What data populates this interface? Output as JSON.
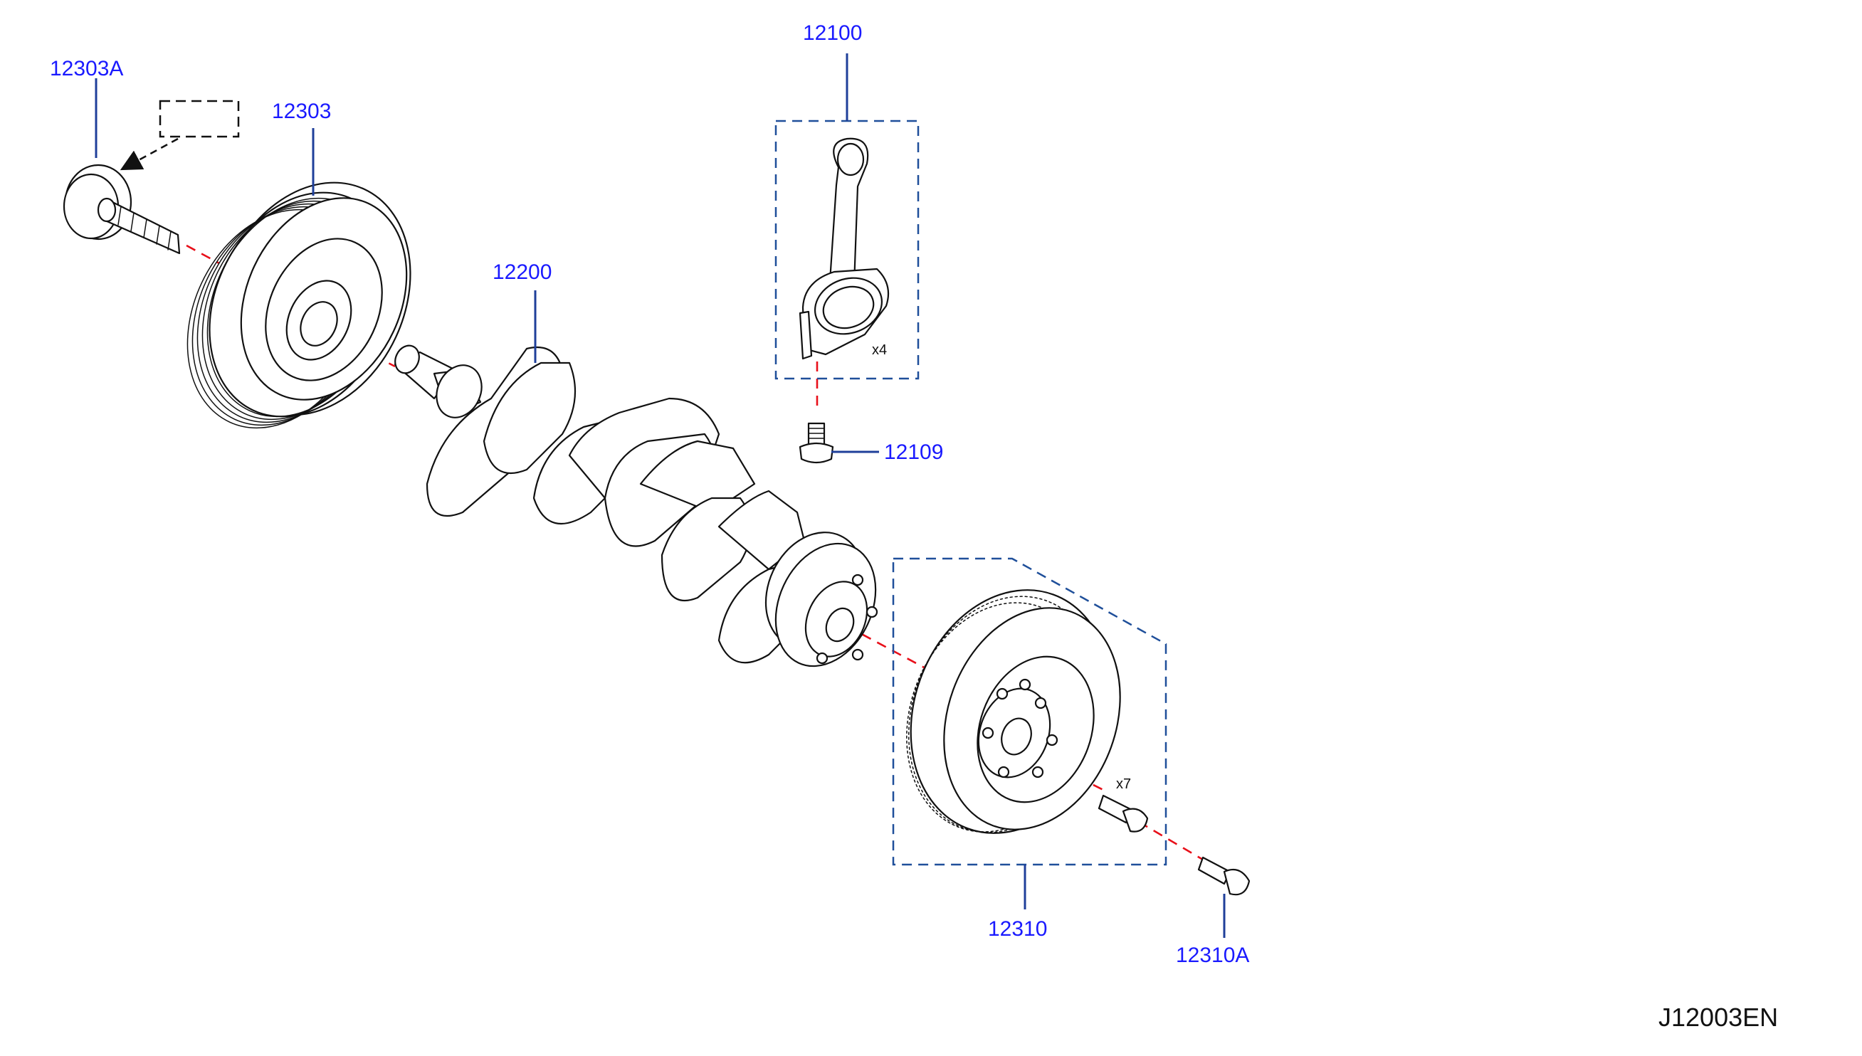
{
  "labels": {
    "p12303A": "12303A",
    "p12303": "12303",
    "p12100": "12100",
    "p12200": "12200",
    "p12109": "12109",
    "p12310": "12310",
    "p12310A": "12310A"
  },
  "quantities": {
    "rod_qty": "x4",
    "flywheel_bolt_qty": "x7"
  },
  "doc_code": "J12003EN",
  "colors": {
    "label": "#1a1aff",
    "leader": "#1f3f9a",
    "axis": "#e8101a",
    "line_art": "#111111"
  }
}
